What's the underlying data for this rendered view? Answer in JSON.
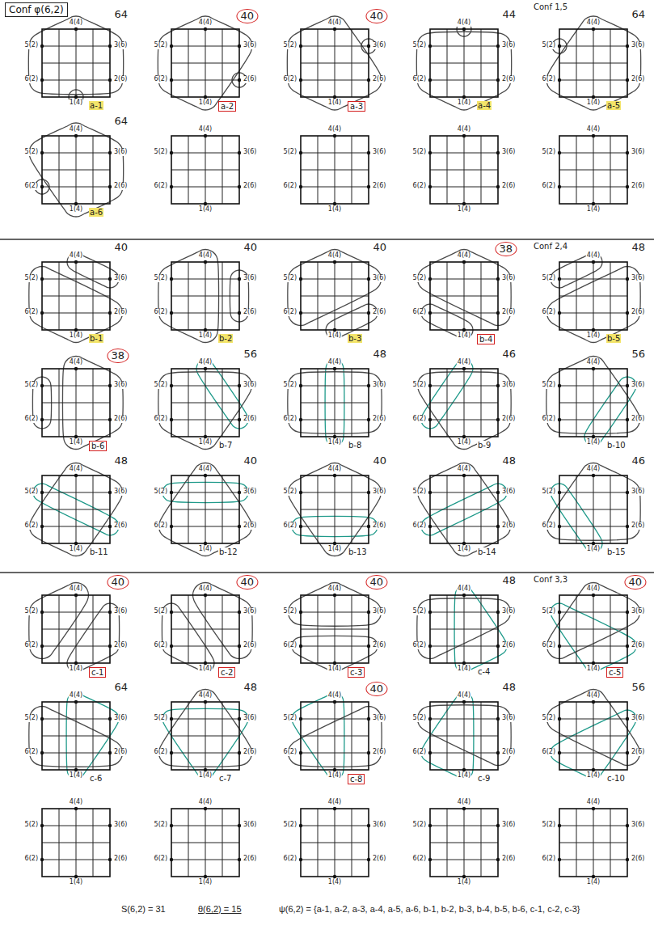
{
  "diagram": {
    "title": "Conf φ(6,2)",
    "nodes": [
      {
        "text": [
          "64",
          "4(4)",
          "5(2)",
          "3(6)",
          "6(2)",
          "2(6)",
          "1(4)",
          "a-1"
        ]
      },
      {
        "text": [
          "40",
          "4(4)",
          "5(2)",
          "3(6)",
          "6(2)",
          "2(6)",
          "1(4)",
          "a-2"
        ]
      },
      {
        "text": [
          "40",
          "4(4)",
          "5(2)",
          "3(6)",
          "6(2)",
          "2(6)",
          "1(4)",
          "a-3"
        ]
      },
      {
        "text": [
          "44",
          "4(4)",
          "5(2)",
          "3(6)",
          "6(2)",
          "2(6)",
          "1(4)",
          "a-4"
        ]
      },
      {
        "text": [
          "64",
          "4(4)",
          "5(2)",
          "3(6)",
          "6(2)",
          "2(6)",
          "1(4)",
          "a-5"
        ]
      },
      {
        "text": [
          "64",
          "4(4)",
          "5(2)",
          "3(6)",
          "6(2)",
          "2(6)",
          "1(4)",
          "a-6"
        ]
      },
      {
        "text": [
          "4(4)",
          "5(2)",
          "3(6)",
          "6(2)",
          "2(6)",
          "1(4)"
        ]
      },
      {
        "text": [
          "4(4)",
          "5(2)",
          "3(6)",
          "6(2)",
          "2(6)",
          "1(4)"
        ]
      },
      {
        "text": [
          "4(4)",
          "5(2)",
          "3(6)",
          "6(2)",
          "2(6)",
          "1(4)"
        ]
      },
      {
        "text": [
          "4(4)",
          "5(2)",
          "3(6)",
          "6(2)",
          "2(6)",
          "1(4)"
        ]
      },
      {
        "text": [
          "40",
          "4(4)",
          "5(2)",
          "3(6)",
          "6(2)",
          "2(6)",
          "1(4)",
          "b-1"
        ]
      },
      {
        "text": [
          "40",
          "4(4)",
          "5(2)",
          "3(6)",
          "6(2)",
          "2(6)",
          "1(4)",
          "b-2"
        ]
      },
      {
        "text": [
          "40",
          "4(4)",
          "5(2)",
          "3(6)",
          "6(2)",
          "2(6)",
          "1(4)",
          "b-3"
        ]
      },
      {
        "text": [
          "38",
          "4(4)",
          "5(2)",
          "3(6)",
          "6(2)",
          "2(6)",
          "1(4)",
          "b-4"
        ]
      },
      {
        "text": [
          "48",
          "4(4)",
          "5(2)",
          "3(6)",
          "6(2)",
          "2(6)",
          "1(4)",
          "b-5"
        ]
      },
      {
        "text": [
          "38",
          "4(4)",
          "5(2)",
          "3(6)",
          "6(2)",
          "2(6)",
          "1(4)",
          "b-6"
        ]
      },
      {
        "text": [
          "56",
          "4(4)",
          "5(2)",
          "3(6)",
          "6(2)",
          "2(6)",
          "1(4)",
          "b-7"
        ]
      },
      {
        "text": [
          "48",
          "4(4)",
          "5(2)",
          "3(6)",
          "6(2)",
          "2(6)",
          "1(4)",
          "b-8"
        ]
      },
      {
        "text": [
          "46",
          "4(4)",
          "5(2)",
          "3(6)",
          "6(2)",
          "2(6)",
          "1(4)",
          "b-9"
        ]
      },
      {
        "text": [
          "56",
          "4(4)",
          "5(2)",
          "3(6)",
          "6(2)",
          "2(6)",
          "1(4)",
          "b-10"
        ]
      },
      {
        "text": [
          "48",
          "4(4)",
          "5(2)",
          "3(6)",
          "6(2)",
          "2(6)",
          "1(4)",
          "b-11"
        ]
      },
      {
        "text": [
          "40",
          "4(4)",
          "5(2)",
          "3(6)",
          "6(2)",
          "2(6)",
          "1(4)",
          "b-12"
        ]
      },
      {
        "text": [
          "40",
          "4(4)",
          "5(2)",
          "3(6)",
          "6(2)",
          "2(6)",
          "1(4)",
          "b-13"
        ]
      },
      {
        "text": [
          "48",
          "4(4)",
          "5(2)",
          "3(6)",
          "6(2)",
          "2(6)",
          "1(4)",
          "b-14"
        ]
      },
      {
        "text": [
          "46",
          "4(4)",
          "5(2)",
          "3(6)",
          "6(2)",
          "2(6)",
          "1(4)",
          "b-15"
        ]
      },
      {
        "text": [
          "40",
          "4(4)",
          "5(2)",
          "3(6)",
          "6(2)",
          "2(6)",
          "1(4)",
          "c-1"
        ]
      },
      {
        "text": [
          "40",
          "4(4)",
          "5(2)",
          "3(6)",
          "6(2)",
          "2(6)",
          "1(4)",
          "c-2"
        ]
      },
      {
        "text": [
          "40",
          "4(4)",
          "5(2)",
          "3(6)",
          "6(2)",
          "2(6)",
          "1(4)",
          "c-3"
        ]
      },
      {
        "text": [
          "48",
          "4(4)",
          "5(2)",
          "3(6)",
          "6(2)",
          "2(6)",
          "1(4)",
          "c-4"
        ]
      },
      {
        "text": [
          "40",
          "4(4)",
          "5(2)",
          "3(6)",
          "6(2)",
          "2(6)",
          "1(4)",
          "c-5"
        ]
      },
      {
        "text": [
          "64",
          "4(4)",
          "5(2)",
          "3(6)",
          "6(2)",
          "2(6)",
          "1(4)",
          "c-6"
        ]
      },
      {
        "text": [
          "48",
          "4(4)",
          "5(2)",
          "3(6)",
          "6(2)",
          "2(6)",
          "1(4)",
          "c-7"
        ]
      },
      {
        "text": [
          "40",
          "4(4)",
          "5(2)",
          "3(6)",
          "6(2)",
          "2(6)",
          "1(4)",
          "c-8"
        ]
      },
      {
        "text": [
          "48",
          "4(4)",
          "5(2)",
          "3(6)",
          "6(2)",
          "2(6)",
          "1(4)",
          "c-9"
        ]
      },
      {
        "text": [
          "56",
          "4(4)",
          "5(2)",
          "3(6)",
          "6(2)",
          "2(6)",
          "1(4)",
          "c-10"
        ]
      },
      {
        "text": [
          "4(4)",
          "5(2)",
          "3(6)",
          "6(2)",
          "2(6)",
          "1(4)"
        ]
      },
      {
        "text": [
          "4(4)",
          "5(2)",
          "3(6)",
          "6(2)",
          "2(6)",
          "1(4)"
        ]
      },
      {
        "text": [
          "4(4)",
          "5(2)",
          "3(6)",
          "6(2)",
          "2(6)",
          "1(4)"
        ]
      },
      {
        "text": [
          "4(4)",
          "5(2)",
          "3(6)",
          "6(2)",
          "2(6)",
          "1(4)"
        ]
      },
      {
        "text": [
          "4(4)",
          "5(2)",
          "3(6)",
          "6(2)",
          "2(6)",
          "1(4)"
        ]
      }
    ],
    "labels": [
      "Conf 1,5",
      "Conf 2,4",
      "Conf 3,3",
      "S(6,2) = 31",
      "θ(6,2) = 15",
      "ψ(6,2) = {a-1, a-2, a-3, a-4, a-5, a-6, b-1, b-2, b-3, b-4, b-5, b-6, c-1, c-2, c-3}"
    ]
  }
}
